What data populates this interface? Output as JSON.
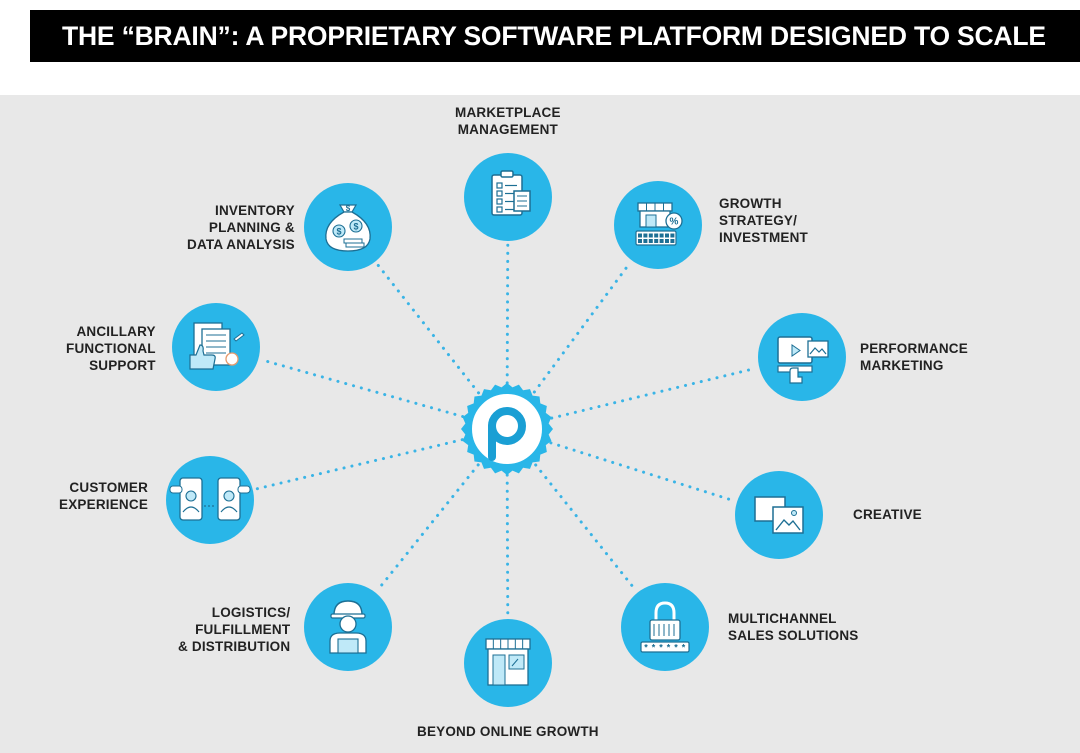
{
  "title": "THE “BRAIN”: A PROPRIETARY SOFTWARE PLATFORM DESIGNED TO SCALE",
  "colors": {
    "accent": "#29b6e8",
    "accent_dark": "#1a9fd4",
    "panel_bg": "#e8e8e8",
    "title_bg": "#000000",
    "connector": "#3ab4e6"
  },
  "hub": {
    "letter": "p",
    "icon": "p-logo-icon"
  },
  "nodes": [
    {
      "id": "marketplace-management",
      "label": "MARKETPLACE\nMANAGEMENT",
      "icon": "clipboard-checklist-icon"
    },
    {
      "id": "growth-strategy",
      "label": "GROWTH\nSTRATEGY/\nINVESTMENT",
      "icon": "storefront-discount-icon"
    },
    {
      "id": "performance-marketing",
      "label": "PERFORMANCE\nMARKETING",
      "icon": "media-screens-icon"
    },
    {
      "id": "creative",
      "label": "CREATIVE",
      "icon": "image-gallery-icon"
    },
    {
      "id": "multichannel-sales",
      "label": "MULTICHANNEL\nSALES SOLUTIONS",
      "icon": "padlock-password-icon"
    },
    {
      "id": "beyond-online",
      "label": "BEYOND ONLINE GROWTH",
      "icon": "shop-front-icon"
    },
    {
      "id": "logistics",
      "label": "LOGISTICS/\nFULFILLMENT\n& DISTRIBUTION",
      "icon": "worker-helmet-icon"
    },
    {
      "id": "customer-experience",
      "label": "CUSTOMER\nEXPERIENCE",
      "icon": "chat-phones-icon"
    },
    {
      "id": "ancillary-support",
      "label": "ANCILLARY\nFUNCTIONAL\nSUPPORT",
      "icon": "documents-thumbsup-icon"
    },
    {
      "id": "inventory-planning",
      "label": "INVENTORY\nPLANNING &\nDATA ANALYSIS",
      "icon": "money-bag-icon"
    }
  ]
}
